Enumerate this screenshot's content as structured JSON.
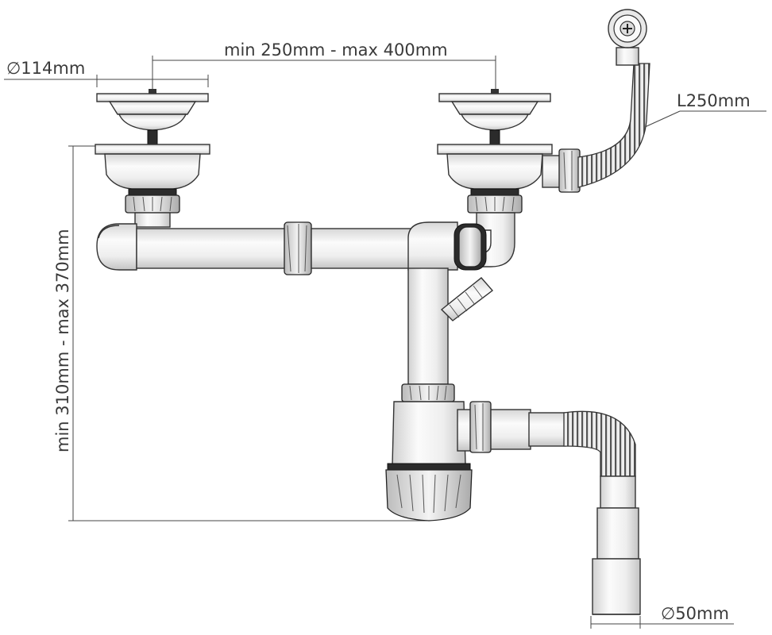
{
  "dimensions": {
    "strainer_diameter": "114mm",
    "strainer_spacing": "min 250mm - max 400mm",
    "overflow_hose_length": "L250mm",
    "installation_height": "min 310mm - max 370mm",
    "outlet_diameter": "50mm"
  },
  "symbols": {
    "diameter": "∅"
  },
  "colors": {
    "line": "#333333",
    "text": "#3a3a3a",
    "pipe_light": "#f7f7f7",
    "pipe_shade": "#cfcfcf"
  }
}
